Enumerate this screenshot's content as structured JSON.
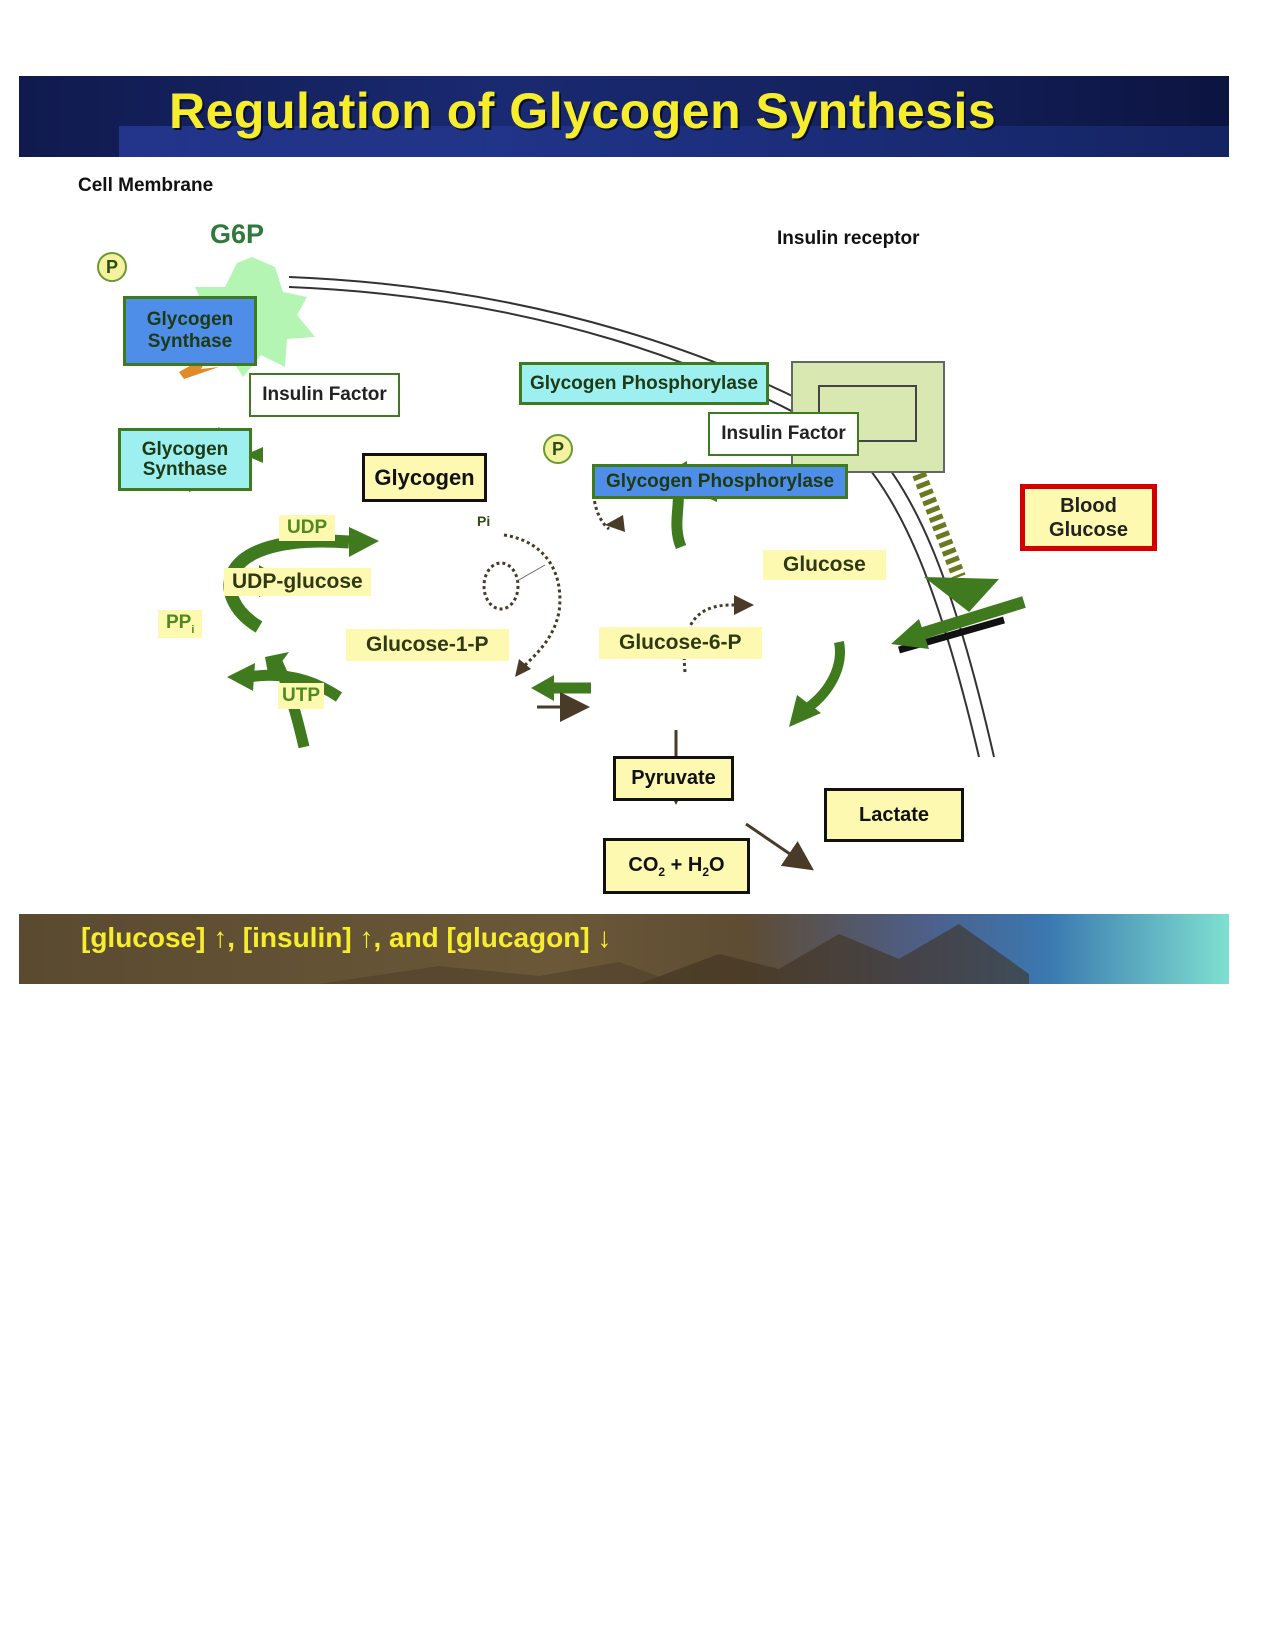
{
  "header": {
    "title": "Regulation of Glycogen Synthesis"
  },
  "labels": {
    "cell_membrane": "Cell Membrane",
    "insulin_receptor": "Insulin receptor",
    "g6p": "G6P",
    "p": "P",
    "gs_phos": "Glycogen Synthase",
    "gs": "Glycogen Synthase",
    "insulin_factor": "Insulin Factor",
    "gp_top": "Glycogen Phosphorylase",
    "gp_phos": "Glycogen Phosphorylase",
    "glycogen": "Glycogen",
    "pi": "Pi",
    "udp": "UDP",
    "udp_glucose": "UDP-glucose",
    "pp": "PP",
    "pp_sub": "i",
    "utp": "UTP",
    "glucose_1_p": "Glucose-1-P",
    "glucose_6_p": "Glucose-6-P",
    "glucose": "Glucose",
    "blood_glucose": "Blood Glucose",
    "pyruvate": "Pyruvate",
    "lactate": "Lactate",
    "co2": "CO",
    "co2_sub": "2",
    "plus_h": " + H",
    "h2o_sub": "2",
    "o": "O"
  },
  "footer": {
    "text": "[glucose] ↑, [insulin] ↑, and [glucagon] ↓"
  },
  "colors": {
    "header_bg": "#14215e",
    "title": "#f6ee2c",
    "enzyme_active": "#9ef0f0",
    "enzyme_phos": "#4f8ee8",
    "arrow_green": "#3f7a1e",
    "arrow_brown": "#4a3a28",
    "metabolite_bg": "#fdf9b0",
    "blood_border": "#d40000"
  }
}
